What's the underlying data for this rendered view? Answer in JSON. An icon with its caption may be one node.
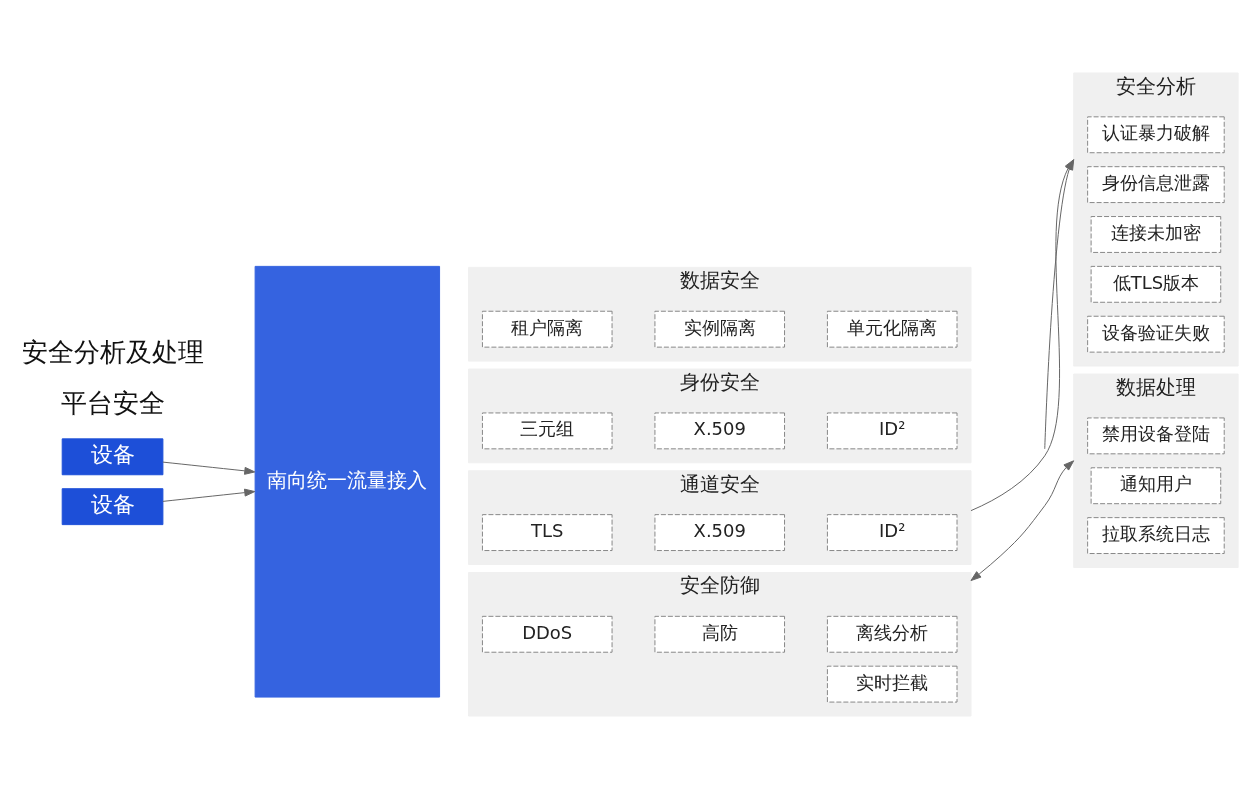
{
  "diagram": {
    "nodes": [
      {
        "text": [
          "设备"
        ]
      },
      {
        "text": [
          "设备"
        ]
      },
      {
        "text": [
          "南向统一流量接入"
        ]
      },
      {
        "text": [
          "数据安全"
        ]
      },
      {
        "text": [
          "租户隔离"
        ],
        "in": 3
      },
      {
        "text": [
          "实例隔离"
        ],
        "in": 3
      },
      {
        "text": [
          "单元化隔离"
        ],
        "in": 3
      },
      {
        "text": [
          "身份安全"
        ]
      },
      {
        "text": [
          "三元组"
        ],
        "in": 7
      },
      {
        "text": [
          "X.509"
        ],
        "in": 7
      },
      {
        "text": [
          "ID²"
        ],
        "in": 7
      },
      {
        "text": [
          "通道安全"
        ]
      },
      {
        "text": [
          "TLS"
        ],
        "in": 11
      },
      {
        "text": [
          "X.509"
        ],
        "in": 11
      },
      {
        "text": [
          "ID²"
        ],
        "in": 11
      },
      {
        "text": [
          "安全防御"
        ]
      },
      {
        "text": [
          "DDoS"
        ],
        "in": 15
      },
      {
        "text": [
          "高防"
        ],
        "in": 15
      },
      {
        "text": [
          "实时拦截"
        ],
        "in": 15
      },
      {
        "text": [
          "离线分析"
        ],
        "in": 15
      },
      {
        "text": [
          "安全分析"
        ]
      },
      {
        "text": [
          "认证暴力破解"
        ],
        "in": 20
      },
      {
        "text": [
          "身份信息泄露"
        ],
        "in": 20
      },
      {
        "text": [
          "连接未加密"
        ],
        "in": 20
      },
      {
        "text": [
          "低TLS版本"
        ],
        "in": 20
      },
      {
        "text": [
          "设备验证失败"
        ],
        "in": 20
      },
      {
        "text": [
          "数据处理"
        ]
      },
      {
        "text": [
          "禁用设备登陆"
        ],
        "in": 26
      },
      {
        "text": [
          "通知用户"
        ],
        "in": 26
      },
      {
        "text": [
          "拉取系统日志"
        ],
        "in": 26
      }
    ],
    "edges": [
      {
        "from": 0,
        "to": 2,
        "arrow": "to"
      },
      {
        "from": 1,
        "to": 2,
        "arrow": "to"
      },
      {
        "from": null,
        "to": 20,
        "arrow": "to"
      },
      {
        "from": 11,
        "to": 20,
        "arrow": "to"
      },
      {
        "from": 15,
        "to": 26,
        "arrow": "both"
      }
    ],
    "labels": [
      "平台安全",
      "安全分析及处理"
    ]
  }
}
